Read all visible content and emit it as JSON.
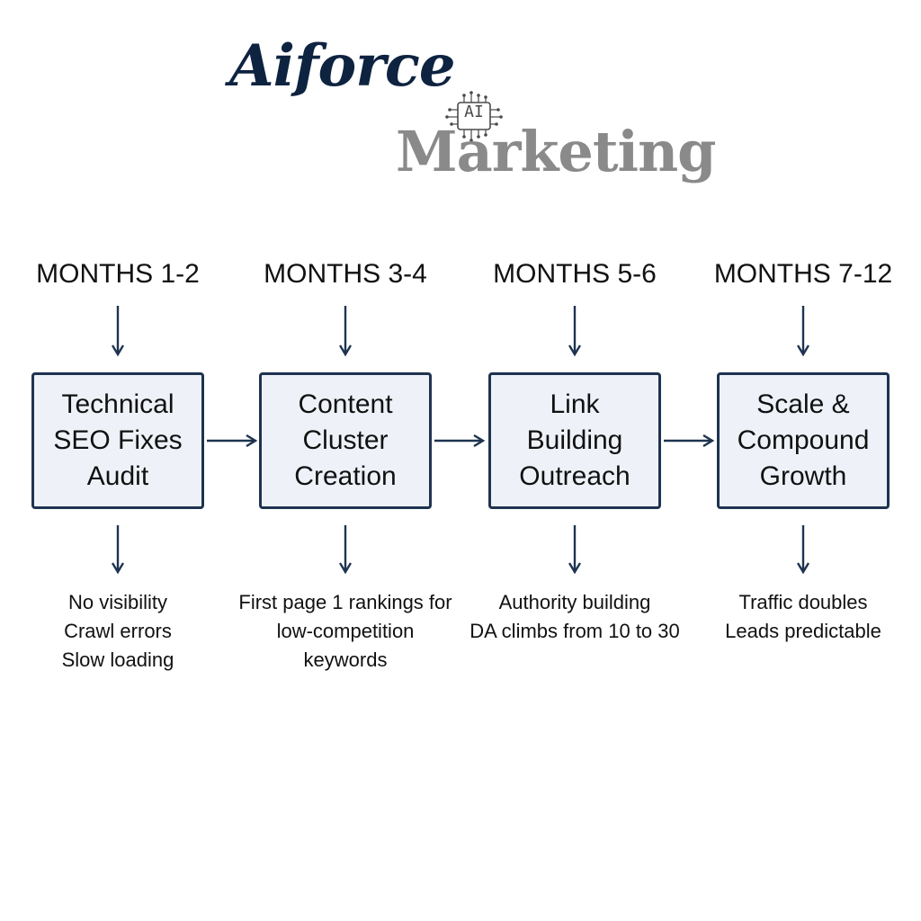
{
  "logo": {
    "word_primary": "Aiforce",
    "word_secondary": "Marketing",
    "chip_label": "AI",
    "chip_icon": "circuit-chip-icon"
  },
  "colors": {
    "primary_navy": "#0e2340",
    "secondary_gray": "#8a8a8a",
    "box_fill": "#eef2f8",
    "box_border": "#1e3350",
    "arrow": "#1e3350"
  },
  "stages": [
    {
      "header": "MONTHS 1-2",
      "title": "Technical\nSEO Fixes\nAudit",
      "outcome": "No visibility\nCrawl errors\nSlow loading"
    },
    {
      "header": "MONTHS 3-4",
      "title": "Content\nCluster\nCreation",
      "outcome": "First page 1 rankings for\nlow-competition\nkeywords"
    },
    {
      "header": "MONTHS 5-6",
      "title": "Link\nBuilding\nOutreach",
      "outcome": "Authority building\nDA climbs from 10 to 30"
    },
    {
      "header": "MONTHS 7-12",
      "title": "Scale &\nCompound\nGrowth",
      "outcome": "Traffic doubles\nLeads predictable"
    }
  ]
}
